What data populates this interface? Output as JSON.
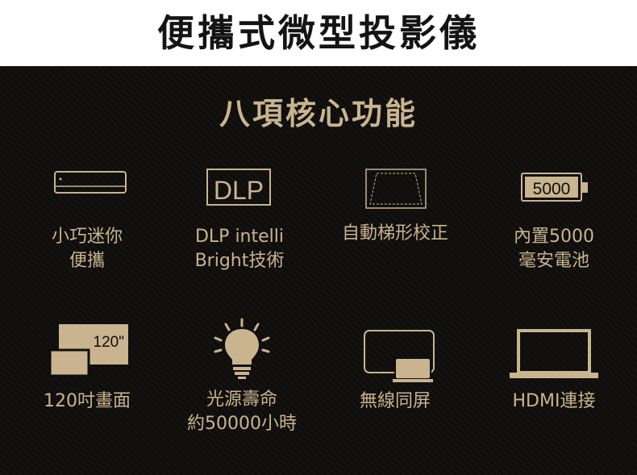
{
  "header": {
    "title": "便攜式微型投影儀"
  },
  "section": {
    "title": "八項核心功能"
  },
  "colors": {
    "gold": "#c9b48f",
    "panel": "#0f0e0c",
    "header_bg": "#ffffff",
    "title": "#141414"
  },
  "features": [
    {
      "icon": "slim-device-icon",
      "label_lines": [
        "小巧迷你",
        "便攜"
      ]
    },
    {
      "icon": "dlp-logo-icon",
      "icon_text": "DLP",
      "label_lines": [
        "DLP intelli",
        "Bright技術"
      ]
    },
    {
      "icon": "keystone-correction-icon",
      "label_lines": [
        "自動梯形校正"
      ]
    },
    {
      "icon": "battery-icon",
      "icon_text": "5000",
      "label_lines": [
        "內置5000",
        "毫安電池"
      ]
    },
    {
      "icon": "screen-size-icon",
      "icon_text": "120\"",
      "label_lines": [
        "120吋畫面"
      ]
    },
    {
      "icon": "lightbulb-icon",
      "label_lines": [
        "光源壽命",
        "約50000小時"
      ]
    },
    {
      "icon": "screen-mirroring-icon",
      "label_lines": [
        "無線同屏"
      ]
    },
    {
      "icon": "laptop-icon",
      "label_lines": [
        "HDMI連接"
      ]
    }
  ]
}
